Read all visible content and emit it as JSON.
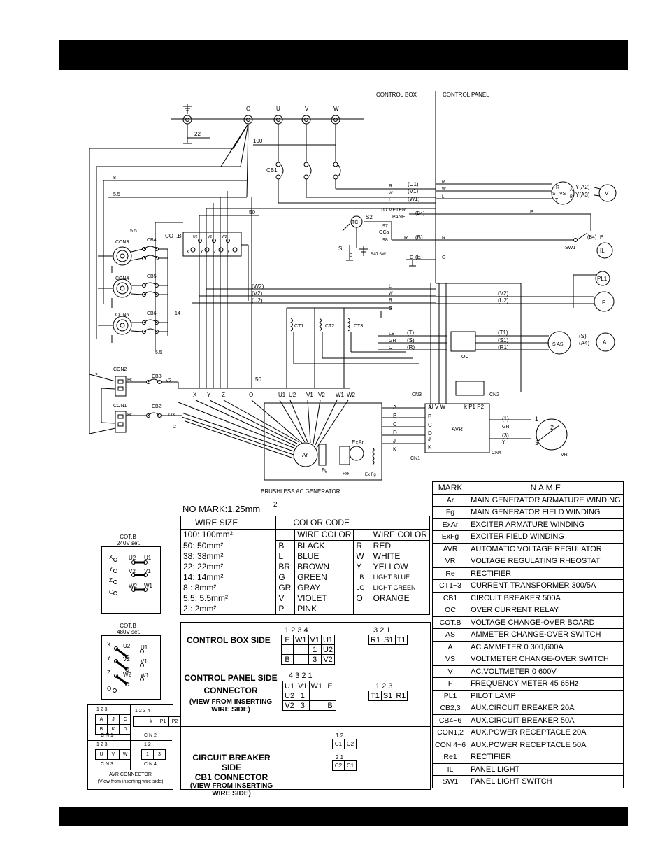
{
  "header": {
    "title": ""
  },
  "footer": {
    "text": ""
  },
  "diagram": {
    "labels": {
      "control_box": "CONTROL BOX",
      "control_panel": "CONTROL PANEL",
      "o": "O",
      "u": "U",
      "v": "V",
      "w": "W",
      "n22": "22",
      "n100": "100",
      "cb1": "CB1",
      "n8": "8",
      "n55a": "5.5",
      "n55b": "5.5",
      "n55c": "5.5",
      "n50a": "50",
      "n50b": "50",
      "n14": "14",
      "con3": "CON3",
      "con4": "CON4",
      "con5": "CON5",
      "cb4": "CB4",
      "cb5": "CB5",
      "cb6": "CB6",
      "cotb": "COT.B",
      "con2": "CON2",
      "con1": "CON1",
      "cb3": "CB3",
      "cb2": "CB2",
      "hot": "HOT",
      "v3": "V3",
      "u3": "U3",
      "n2a": "2",
      "n2b": "2",
      "r_u1": "(U1)",
      "w_v1": "(V1)",
      "l_w1": "(W1)",
      "to_meter": "TO METER",
      "panel": "PANEL",
      "b4": "(B4)",
      "p": "P",
      "s2": "S2",
      "tc": "TC",
      "n97": "97",
      "oca": "OCa",
      "n98": "98",
      "bat_sw": "BAT.SW",
      "rb": "(B)",
      "ge": "(E)",
      "sw1": "SW1",
      "b4p": "(B4)",
      "il": "IL",
      "pl1": "PL1",
      "f": "F",
      "vs": "VS",
      "a2": "Y(A2)",
      "a3": "Y(A3)",
      "vm": "V",
      "am": "A",
      "sas": "S AS",
      "a4": "(S)",
      "a4b": "(A4)",
      "w2": "(W2)",
      "v2": "(V2)",
      "u2": "(U2)",
      "ct1": "CT1",
      "ct2": "CT2",
      "ct3": "CT3",
      "lb_t": "(T)",
      "gr_s": "(S)",
      "o_r": "(R)",
      "t1": "(T1)",
      "s1": "(S1)",
      "r1": "(R1)",
      "oc": "OC",
      "v2r": "(V2)",
      "u2r": "(U2)",
      "cn3": "CN3",
      "cn2": "CN2",
      "cn1": "CN1",
      "cn4": "CN4",
      "avr": "AVR",
      "vr": "VR",
      "gen_x": "X",
      "gen_y": "Y",
      "gen_z": "Z",
      "gen_o": "O",
      "gen_u1": "U1",
      "gen_u2": "U2",
      "gen_v1": "V1",
      "gen_v2": "V2",
      "gen_w1": "W1",
      "gen_w2": "W2",
      "ar": "Ar",
      "fg": "Fg",
      "re": "Re",
      "exar": "ExAr",
      "exfg": "Ex Fg",
      "brushless": "BRUSHLESS AC GENERATOR",
      "one": "(1)",
      "three": "(3)"
    }
  },
  "wire_table": {
    "no_mark": "NO MARK:1.25mm",
    "no_mark_sup": "2",
    "wire_size_header": "WIRE SIZE",
    "color_code_header": "COLOR CODE",
    "wire_color_header": "WIRE COLOR",
    "sizes": [
      "100:  100mm²",
      "50:  50mm²",
      "38:  38mm²",
      "22:  22mm²",
      "14:  14mm²",
      "8 :    8mm²",
      "5.5:  5.5mm²",
      "2 :    2mm²"
    ],
    "codes_left": [
      {
        "code": "B",
        "name": "BLACK"
      },
      {
        "code": "L",
        "name": "BLUE"
      },
      {
        "code": "BR",
        "name": "BROWN"
      },
      {
        "code": "G",
        "name": "GREEN"
      },
      {
        "code": "GR",
        "name": "GRAY"
      },
      {
        "code": "V",
        "name": "VIOLET"
      },
      {
        "code": "P",
        "name": "PINK"
      }
    ],
    "codes_right": [
      {
        "code": "R",
        "name": "RED"
      },
      {
        "code": "W",
        "name": "WHITE"
      },
      {
        "code": "Y",
        "name": "YELLOW"
      },
      {
        "code": "LB",
        "name": "LIGHT BLUE"
      },
      {
        "code": "LG",
        "name": "LIGHT GREEN"
      },
      {
        "code": "O",
        "name": "ORANGE"
      }
    ]
  },
  "connectors": {
    "control_box_side": "CONTROL BOX SIDE",
    "control_panel_side": "CONTROL PANEL SIDE",
    "connector": "CONNECTOR",
    "view_note": "(VIEW FROM INSERTING",
    "view_note2": "WIRE SIDE)",
    "cb_side": "CIRCUIT BREAKER SIDE",
    "cb1_connector": "CB1 CONNECTOR",
    "cb_view": "(VIEW FROM INSERTING",
    "cb_view2": "WIRE SIDE)",
    "cbox_nums": "1   2   3   4",
    "cbox_rows": [
      [
        "E",
        "W1",
        "V1",
        "U1"
      ],
      [
        "",
        "",
        "1",
        "U2"
      ],
      [
        "B",
        "",
        "3",
        "V2"
      ]
    ],
    "cbox_right_nums": "3   2   1",
    "cbox_right": [
      "R1",
      "S1",
      "T1"
    ],
    "cpanel_nums": "4   3   2   1",
    "cpanel_rows": [
      [
        "U1",
        "V1",
        "W1",
        "E"
      ],
      [
        "U2",
        "1",
        "",
        ""
      ],
      [
        "V2",
        "3",
        "",
        "B"
      ]
    ],
    "cpanel_right_nums": "1   2   3",
    "cpanel_right": [
      "T1",
      "S1",
      "R1"
    ],
    "cb_top_nums": "1 2",
    "cb_top": [
      "C1",
      "C2"
    ],
    "cb_bot_nums": "2 1",
    "cb_bot": [
      "C2",
      "C1"
    ]
  },
  "name_table": {
    "mark_header": "MARK",
    "name_header": "N   A   M   E",
    "rows": [
      {
        "mark": "Ar",
        "name": "MAIN GENERATOR ARMATURE WINDING"
      },
      {
        "mark": "Fg",
        "name": "MAIN GENERATOR FIELD WINDING"
      },
      {
        "mark": "ExAr",
        "name": "EXCITER ARMATURE WINDING"
      },
      {
        "mark": "ExFg",
        "name": "EXCITER FIELD WINDING"
      },
      {
        "mark": "AVR",
        "name": "AUTOMATIC VOLTAGE REGULATOR"
      },
      {
        "mark": "VR",
        "name": "VOLTAGE REGULATING RHEOSTAT"
      },
      {
        "mark": "Re",
        "name": "RECTIFIER"
      },
      {
        "mark": "CT1~3",
        "name": "CURRENT TRANSFORMER  300/5A"
      },
      {
        "mark": "CB1",
        "name": "CIRCUIT BREAKER         500A"
      },
      {
        "mark": "OC",
        "name": "OVER CURRENT RELAY"
      },
      {
        "mark": "COT.B",
        "name": "VOLTAGE CHANGE-OVER BOARD"
      },
      {
        "mark": "AS",
        "name": "AMMETER CHANGE-OVER SWITCH"
      },
      {
        "mark": "A",
        "name": "AC.AMMETER      0  300,600A"
      },
      {
        "mark": "VS",
        "name": "VOLTMETER CHANGE-OVER SWITCH"
      },
      {
        "mark": "V",
        "name": "AC.VOLTMETER    0  600V"
      },
      {
        "mark": "F",
        "name": "FREQUENCY METER 45  65Hz"
      },
      {
        "mark": "PL1",
        "name": "PILOT LAMP"
      },
      {
        "mark": "CB2,3",
        "name": "AUX.CIRCUIT BREAKER 20A"
      },
      {
        "mark": "CB4~6",
        "name": "AUX.CIRCUIT BREAKER 50A"
      },
      {
        "mark": "CON1,2",
        "name": "AUX.POWER RECEPTACLE 20A"
      },
      {
        "mark": "CON 4~6",
        "name": "AUX.POWER RECEPTACLE 50A"
      },
      {
        "mark": "Re1",
        "name": "RECTIFIER"
      },
      {
        "mark": "IL",
        "name": "PANEL LIGHT"
      },
      {
        "mark": "SW1",
        "name": "PANEL LIGHT SWITCH"
      }
    ]
  },
  "cotb_panels": {
    "p240_title": "COT.B",
    "p240_sub": "240V set.",
    "p480_title": "COT.B",
    "p480_sub": "480V set.",
    "terms": {
      "x": "X",
      "y": "Y",
      "z": "Z",
      "o": "O",
      "u2": "U2",
      "u1": "U1",
      "v2": "V2",
      "v1": "V1",
      "w2": "W2",
      "w1": "W1"
    }
  },
  "avr_connector": {
    "cn1": "C N 1",
    "cn2": "C N 2",
    "cn3": "C N 3",
    "cn4": "C N 4",
    "cn1_nums": "1  2  3",
    "cn1_rows": [
      [
        "A",
        "J",
        "C"
      ],
      [
        "B",
        "K",
        "D"
      ]
    ],
    "cn2_nums": "1  2  3  4",
    "cn2_row": [
      "",
      "k",
      "P1",
      "P2"
    ],
    "cn3_nums": "1  2  3",
    "cn3_row": [
      "U",
      "V",
      "W"
    ],
    "cn4_nums": "1  2",
    "cn4_row": [
      "1",
      "3"
    ],
    "title": "AVR CONNECTOR",
    "subtitle": "(View from inserting wire side)"
  }
}
